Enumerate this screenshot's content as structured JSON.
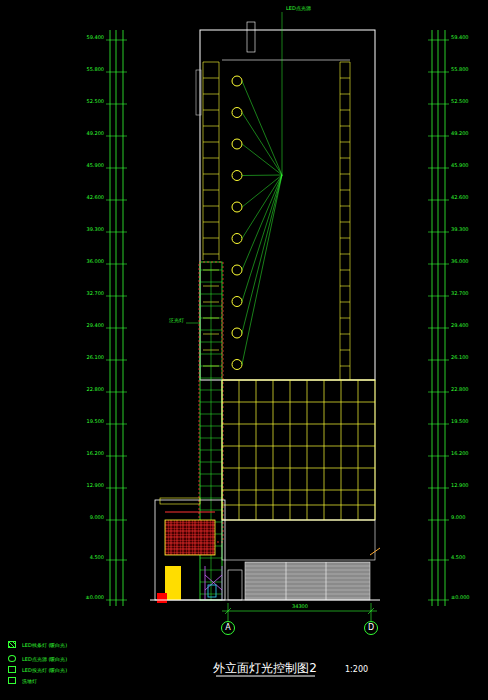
{
  "diagram": {
    "title": "外立面灯光控制图2",
    "caption": "1:200",
    "nodes": [
      {
        "text": [
          "A"
        ]
      },
      {
        "text": [
          "D"
        ]
      }
    ],
    "labels": [
      "LED点光源",
      "泛光灯",
      "34300",
      "59.400",
      "55.800",
      "52.500",
      "49.200",
      "45.900",
      "42.600",
      "39.300",
      "36.000",
      "32.700",
      "29.400",
      "26.100",
      "22.800",
      "19.500",
      "16.200",
      "12.900",
      "9.000",
      "4.500",
      "±0.000",
      "59.400",
      "55.800",
      "52.500",
      "49.200",
      "45.900",
      "42.600",
      "39.300",
      "36.000",
      "32.700",
      "29.400",
      "26.100",
      "22.800",
      "19.500",
      "16.200",
      "12.900",
      "9.000",
      "4.500",
      "±0.000"
    ],
    "legend": [
      {
        "text": "LED线条灯 (暖白光)"
      },
      {
        "text": "LED点光源 (暖白光)"
      },
      {
        "text": "LED投光灯 (暖白光)"
      },
      {
        "text": "洗墙灯"
      }
    ]
  }
}
